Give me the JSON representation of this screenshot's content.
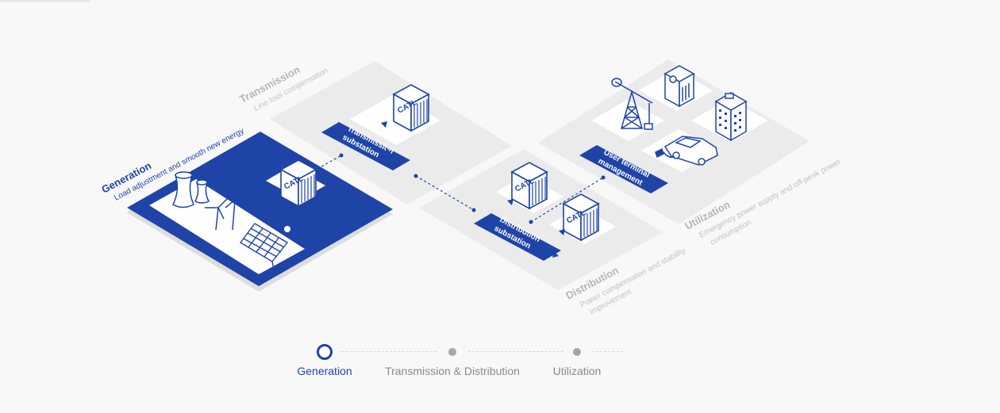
{
  "diagram": {
    "generation": {
      "title": "Generation",
      "subtitle": "Load adjustment and smooth new energy"
    },
    "transmission": {
      "title": "Transmission",
      "subtitle": "Line loss compensation",
      "substation_label_line1": "Transmission",
      "substation_label_line2": "substation"
    },
    "distribution": {
      "title": "Distribution",
      "subtitle_line1": "Power compensation and stability",
      "subtitle_line2": "improvement",
      "substation_label_line1": "Distribution",
      "substation_label_line2": "substation"
    },
    "utilization": {
      "title": "Utilization",
      "subtitle_line1": "Emergency power supply and off-peak power",
      "subtitle_line2": "consumption",
      "terminal_label_line1": "User terminal",
      "terminal_label_line2": "management"
    },
    "battery_brand": "CATL",
    "colors": {
      "brand_blue": "#1e44a8",
      "platform_gray": "#e9e9e9",
      "tile_white": "#ffffff",
      "muted_text": "#b5b5b5"
    }
  },
  "steps": {
    "items": [
      {
        "label": "Generation",
        "active": true
      },
      {
        "label": "Transmission & Distribution",
        "active": false
      },
      {
        "label": "Utilization",
        "active": false
      }
    ]
  }
}
